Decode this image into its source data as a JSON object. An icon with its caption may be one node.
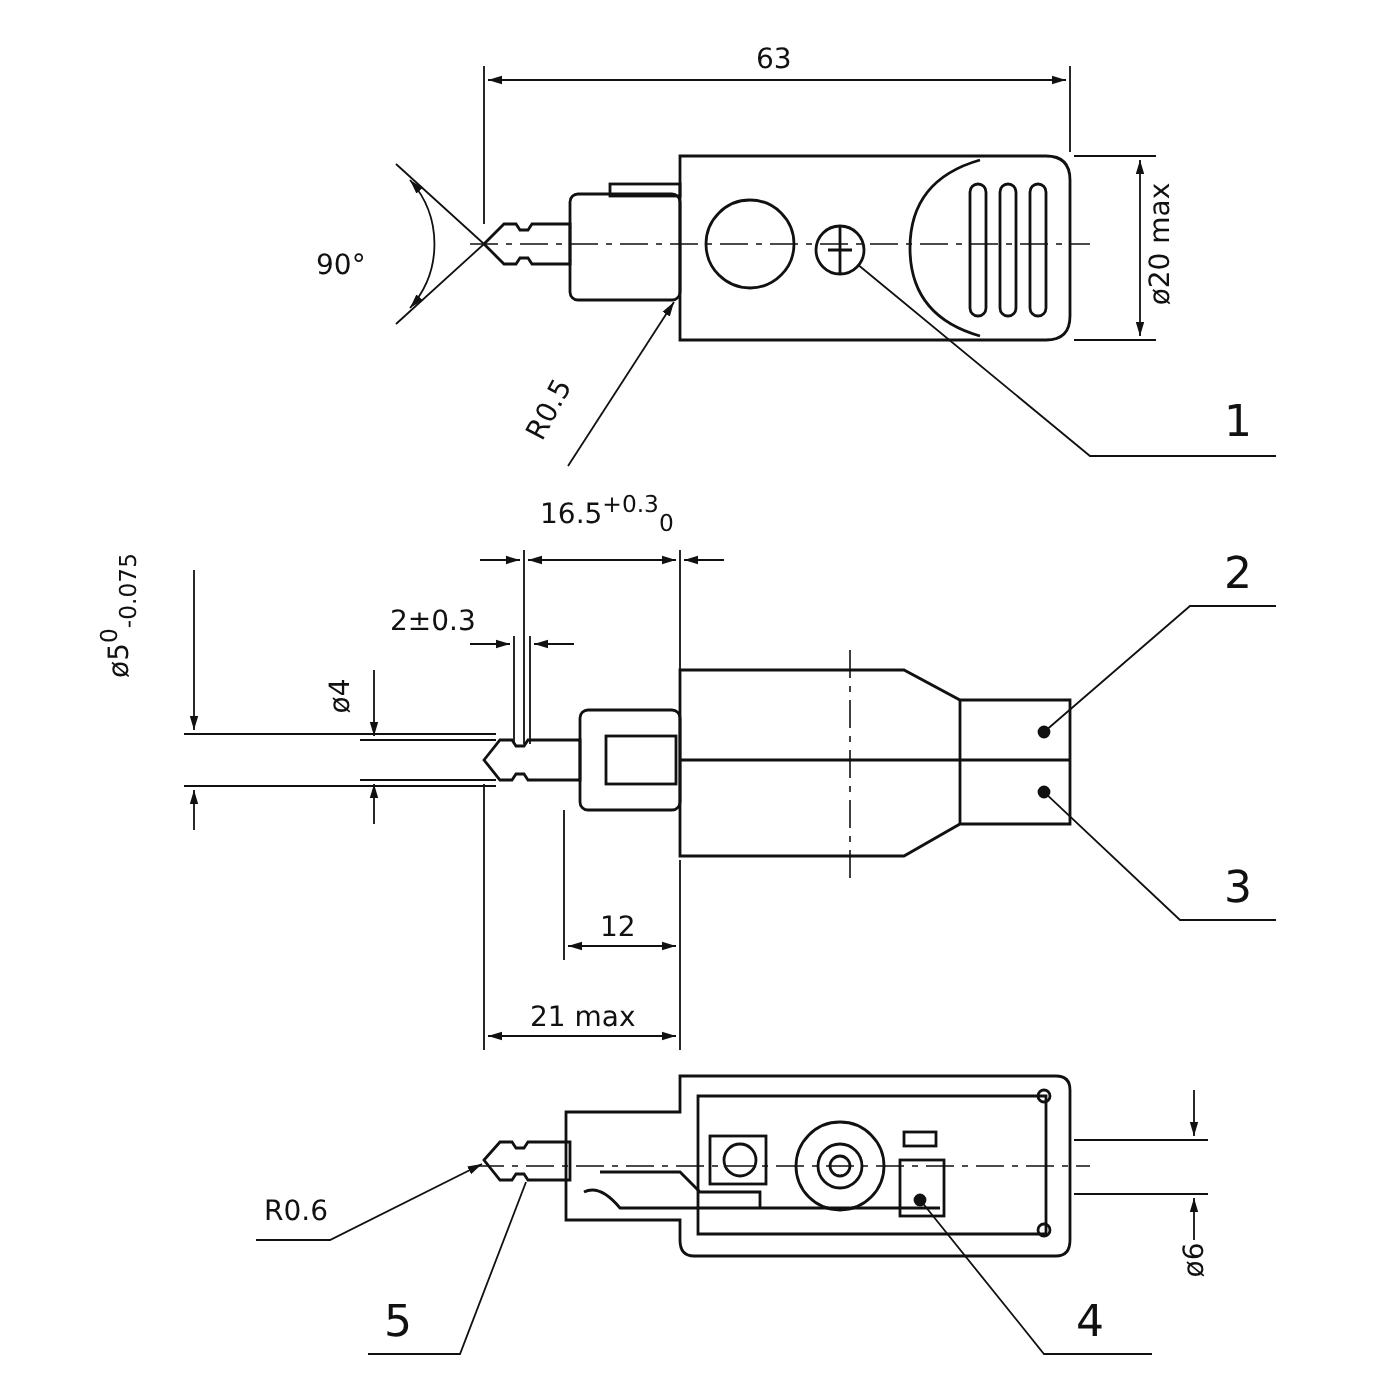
{
  "diagram": {
    "nodes": [
      {
        "text": [
          "R0.5"
        ]
      },
      {
        "text": [],
        "shape": "box"
      },
      {
        "text": [],
        "shape": "circle"
      },
      {
        "text": [
          "1"
        ]
      },
      {
        "text": [
          "2"
        ]
      },
      {
        "text": [],
        "shape": "circle"
      },
      {
        "text": [],
        "shape": "circle"
      },
      {
        "text": [
          "3"
        ]
      },
      {
        "text": [
          "R0.6"
        ]
      },
      {
        "text": [],
        "shape": "pin"
      },
      {
        "text": [
          "5"
        ]
      },
      {
        "text": [],
        "shape": "circle"
      },
      {
        "text": [
          "4"
        ]
      }
    ],
    "edges": [
      {
        "from": 0,
        "to": 1,
        "arrow": "to"
      },
      {
        "from": 3,
        "to": 2,
        "arrow": "none"
      },
      {
        "from": 4,
        "to": 5,
        "arrow": "none"
      },
      {
        "from": 7,
        "to": 6,
        "arrow": "none"
      },
      {
        "from": 8,
        "to": 9,
        "arrow": "to"
      },
      {
        "from": 10,
        "to": 9,
        "arrow": "none"
      },
      {
        "from": 12,
        "to": 11,
        "arrow": "none"
      }
    ],
    "labels": [
      "63",
      "90°",
      "ø20 max",
      "16.5$^{+0.3}$$_{0}$",
      "ø5$^{0}$$_{-0.075}$",
      "2±0.3",
      "ø4",
      "12",
      "21 max",
      "ø6"
    ]
  }
}
